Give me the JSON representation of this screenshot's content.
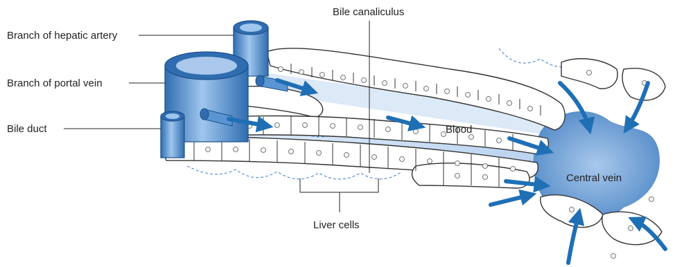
{
  "labels": {
    "hepatic_artery": "Branch of hepatic artery",
    "portal_vein": "Branch of portal vein",
    "bile_duct": "Bile duct",
    "bile_canaliculus": "Bile canaliculus",
    "blood": "Blood",
    "central_vein": "Central vein",
    "liver_cells": "Liver cells"
  },
  "colors": {
    "vessel": "#3f7fc0",
    "vessel_light": "#9fc3ea",
    "blood_fill": "#c9ddf2",
    "arrow": "#1f6fb5",
    "cell_outline": "#333333",
    "dashed": "#5a8fcf"
  }
}
